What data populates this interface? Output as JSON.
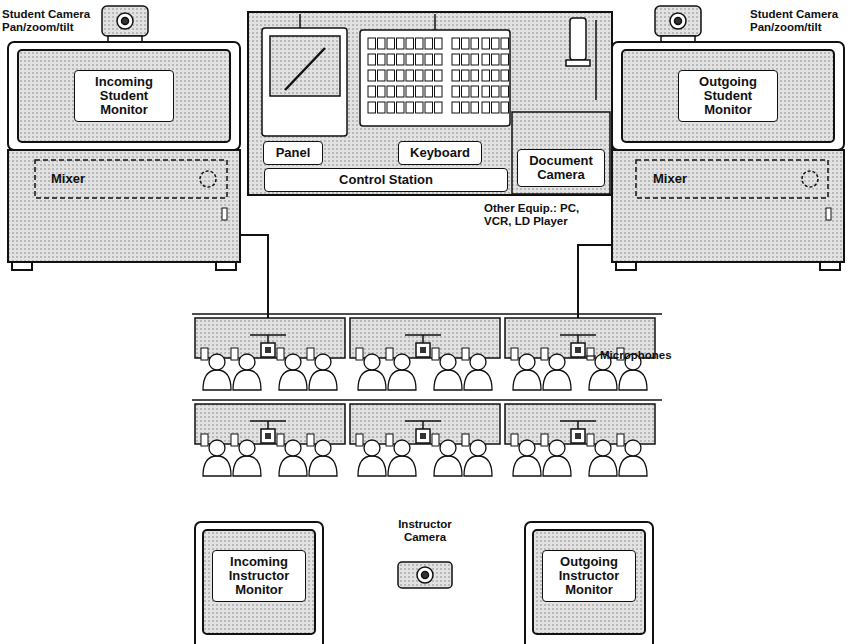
{
  "diagram": {
    "nodes": [
      {
        "text": [
          "Incoming Student Monitor"
        ]
      },
      {
        "text": [
          "Mixer"
        ]
      },
      {
        "text": [
          "Panel"
        ]
      },
      {
        "text": [
          "Keyboard"
        ]
      },
      {
        "text": [
          "Control Station"
        ]
      },
      {
        "text": [
          "Document Camera"
        ]
      },
      {
        "text": [
          "Outgoing Student Monitor"
        ]
      },
      {
        "text": [
          "Mixer"
        ]
      },
      {
        "text": [
          "Incoming Instructor Monitor"
        ]
      },
      {
        "text": [
          "Outgoing Instructor Monitor"
        ]
      }
    ],
    "labels": [
      "Student Camera Pan/zoom/tilt",
      "Student Camera Pan/zoom/tilt",
      "Other Equip.: PC, VCR, LD Player",
      "Microphones",
      "Instructor Camera"
    ]
  }
}
